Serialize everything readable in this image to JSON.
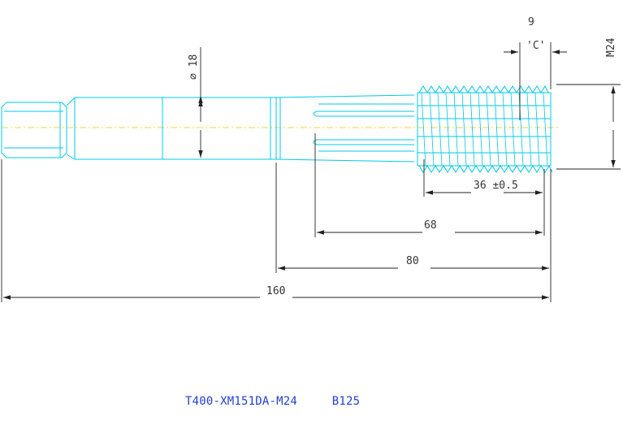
{
  "colors": {
    "outline": "#00c8e8",
    "dimension": "#222222",
    "centerline": "#e8c800",
    "title_text": "#1f3fd6"
  },
  "dimensions": {
    "thread_pitch_label": "9",
    "thread_label": "'C'",
    "thread_size": "M24",
    "shank_diameter": "⌀ 18",
    "thread_length": "36 ±0.5",
    "flute_length": "68",
    "body_length": "80",
    "overall_length": "160"
  },
  "title_block": {
    "part_number": "T400-XM151DA-M24",
    "revision": "B125"
  }
}
